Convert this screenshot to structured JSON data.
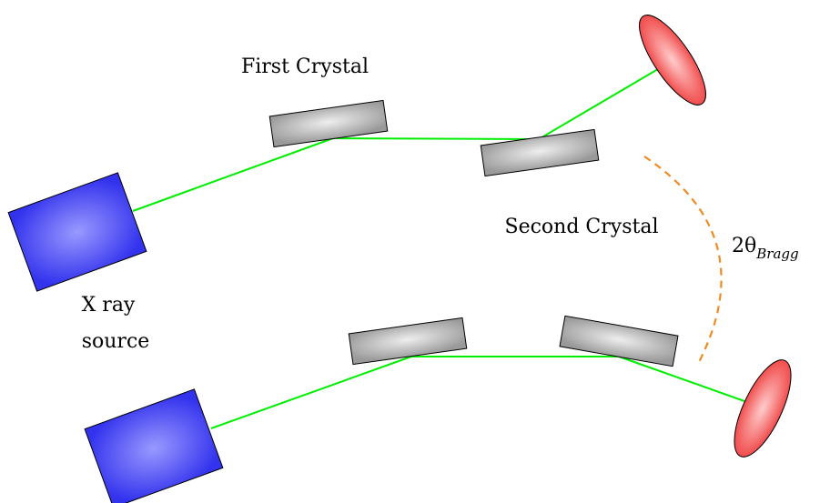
{
  "labels": {
    "first_crystal": "First Crystal",
    "second_crystal": "Second Crystal",
    "xray_source_line1": "X ray",
    "xray_source_line2": "source",
    "angle_prefix": "2θ",
    "angle_subscript": "Bragg"
  },
  "colors": {
    "beam": "#00ee00",
    "source": "#4444ff",
    "crystal": "#aaaaaa",
    "detector": "#ff4444",
    "angle_arc": "#f08a24"
  },
  "icons": {
    "source": "xray-source-block",
    "crystal": "crystal-slab",
    "detector": "detector-ellipse"
  }
}
